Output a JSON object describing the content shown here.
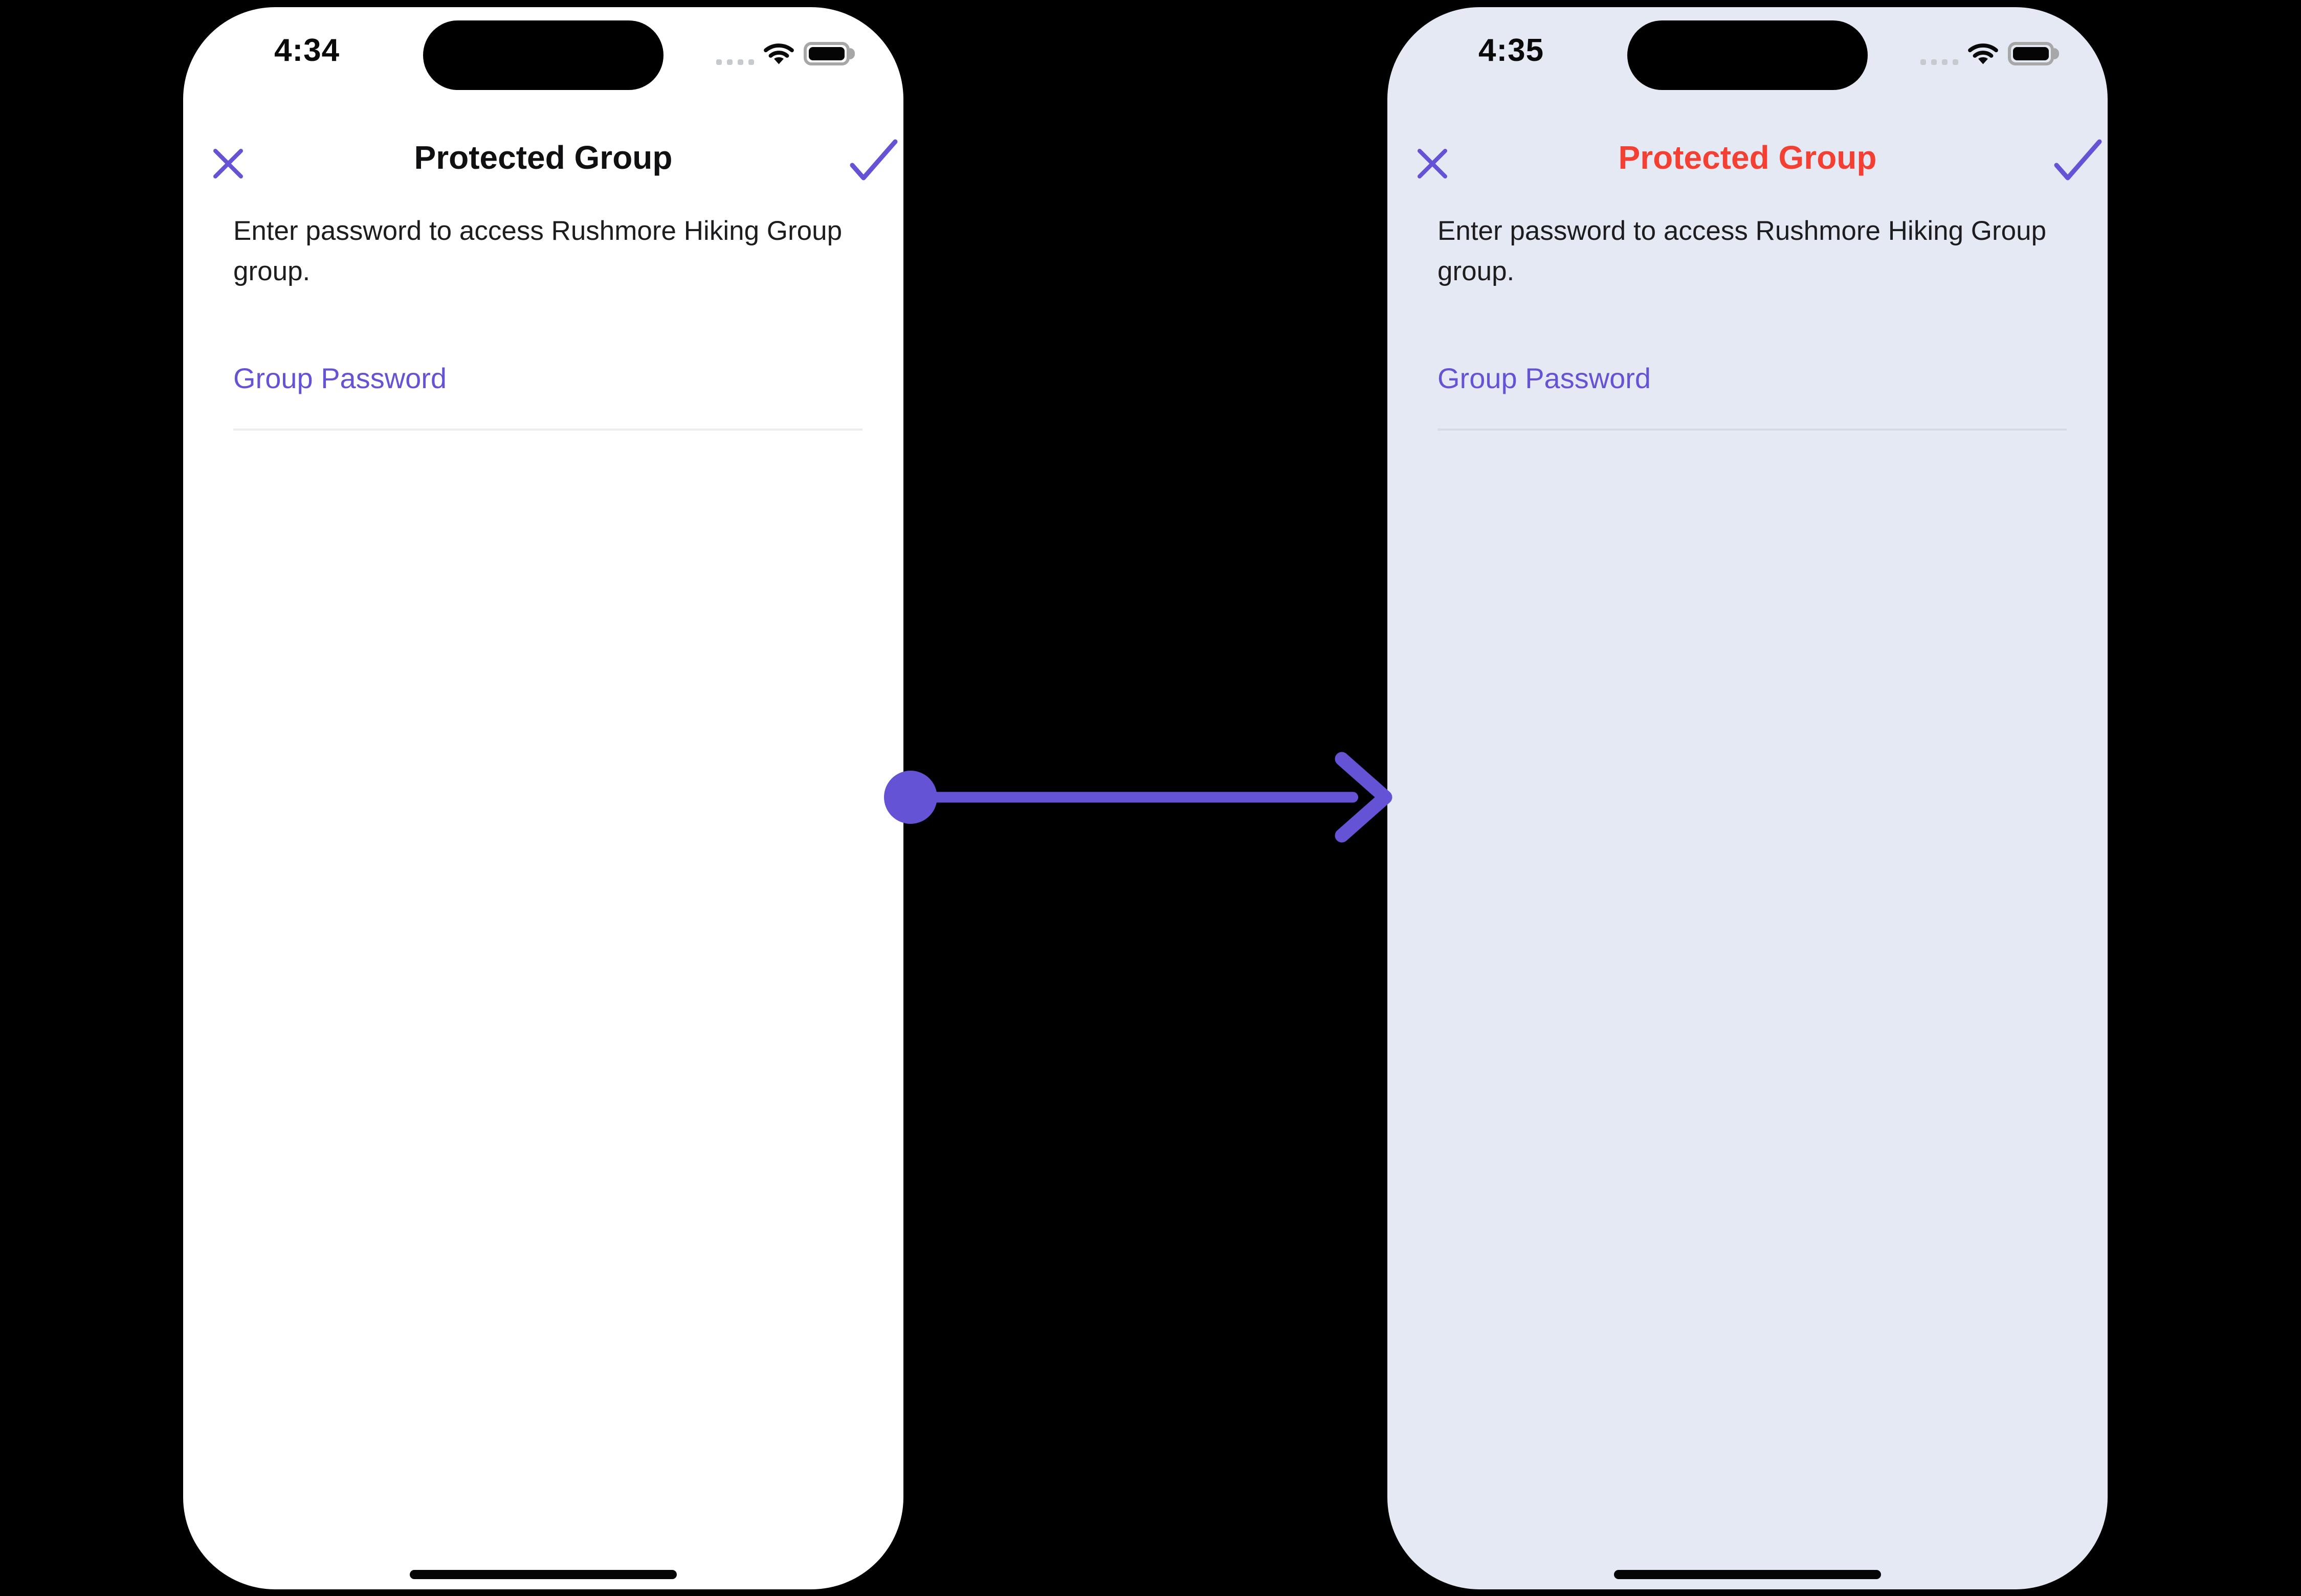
{
  "screens": {
    "before": {
      "time": "4:34",
      "title": "Protected Group",
      "description": "Enter password to access Rushmore Hiking Group group.",
      "password_label": "Group Password"
    },
    "after": {
      "time": "4:35",
      "title": "Protected Group",
      "description": "Enter password to access Rushmore Hiking Group group.",
      "password_label": "Group Password"
    }
  },
  "icons": {
    "nav_left": "close-x-icon",
    "nav_right": "confirm-check-icon",
    "status_bar": [
      "cellular-signal-dots-icon",
      "wifi-icon",
      "battery-icon"
    ],
    "annotation": "arrow-right"
  },
  "colors": {
    "accent_purple": "#6553D5",
    "title_red": "#F43F33",
    "before_screen_bg": "#FFFFFF",
    "after_screen_bg": "#E4E9F3"
  }
}
